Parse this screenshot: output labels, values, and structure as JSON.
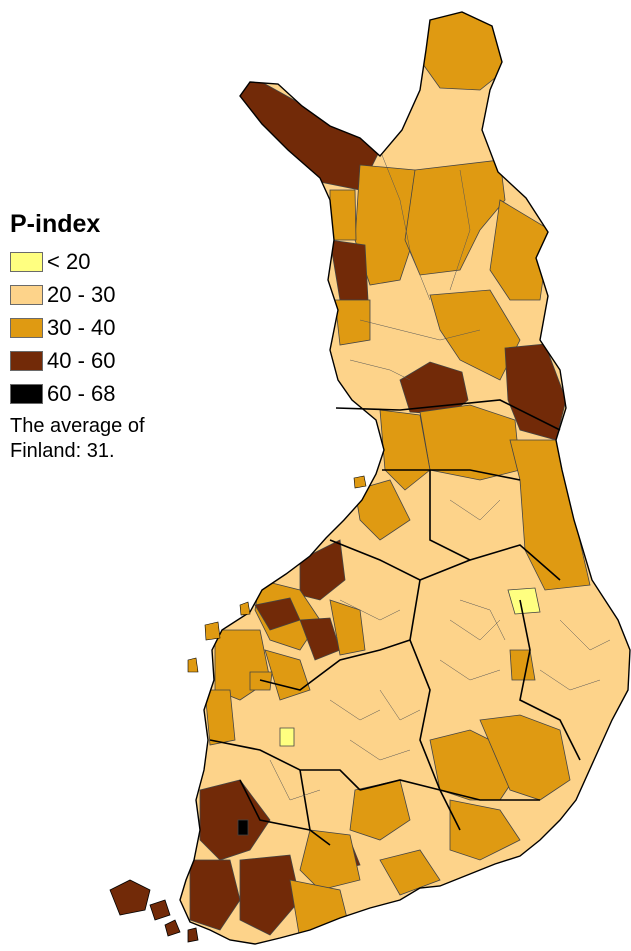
{
  "legend": {
    "title": "P-index",
    "classes": [
      {
        "label": "< 20",
        "color": "#ffff80"
      },
      {
        "label": "20 - 30",
        "color": "#fdd38a"
      },
      {
        "label": "30 - 40",
        "color": "#df9a12"
      },
      {
        "label": "40 - 60",
        "color": "#722a08"
      },
      {
        "label": "60 - 68",
        "color": "#000000"
      }
    ],
    "note_line1": "The average of",
    "note_line2": "Finland: 31."
  },
  "map": {
    "region": "Finland",
    "border_color": "#000000"
  }
}
